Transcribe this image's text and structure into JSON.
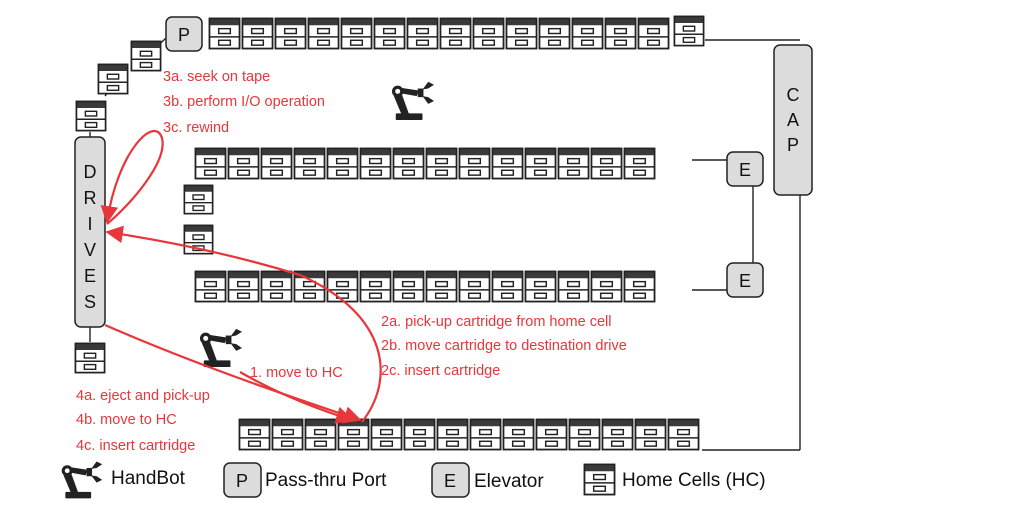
{
  "boxes": {
    "drives": "DRIVES",
    "cap": "CAP",
    "pass_thru": "P",
    "elevator_top": "E",
    "elevator_bottom": "E"
  },
  "steps": {
    "step1": "1. move to HC",
    "step2a": "2a. pick-up cartridge from home cell",
    "step2b": "2b. move cartridge to destination drive",
    "step2c": "2c. insert cartridge",
    "step3a": "3a. seek on tape",
    "step3b": "3b. perform I/O operation",
    "step3c": "3c. rewind",
    "step4a": "4a. eject and pick-up",
    "step4b": "4b. move to HC",
    "step4c": "4c. insert cartridge"
  },
  "legend": {
    "handbot": "HandBot",
    "pass_thru_symbol": "P",
    "pass_thru": "Pass-thru Port",
    "elevator_symbol": "E",
    "elevator": "Elevator",
    "home_cells": "Home Cells (HC)"
  },
  "icons": {
    "handbot": "robot-arm-icon",
    "home_cell": "cabinet-drawer-icon"
  },
  "colors": {
    "arrow": "#e8363a",
    "box_fill": "#dcdcdc",
    "outline": "#222222"
  }
}
